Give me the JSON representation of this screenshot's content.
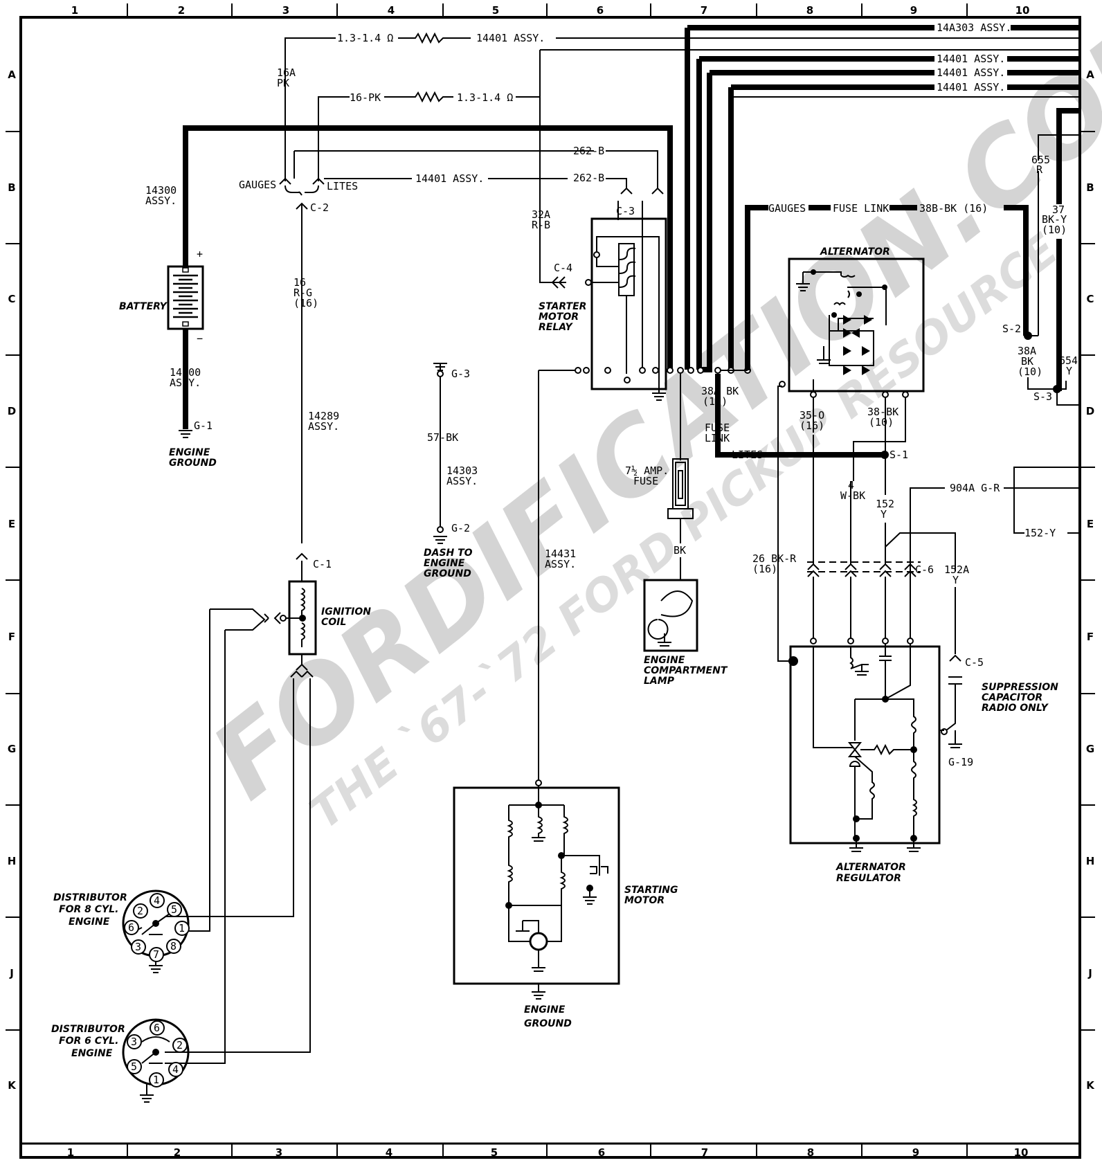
{
  "watermark": {
    "line1": "FORDIFICATION.COM",
    "line2": "THE `67-`72 FORD PICKUP RESOURCE"
  },
  "grid": {
    "columns": [
      "1",
      "2",
      "3",
      "4",
      "5",
      "6",
      "7",
      "8",
      "9",
      "10"
    ],
    "rows": [
      "A",
      "B",
      "C",
      "D",
      "E",
      "F",
      "G",
      "H",
      "J",
      "K"
    ]
  },
  "components": {
    "battery": "BATTERY",
    "battery_plus": "+",
    "battery_minus": "−",
    "engine_ground_1": "ENGINE",
    "engine_ground_2": "GROUND",
    "ignition_coil_1": "IGNITION",
    "ignition_coil_2": "COIL",
    "starter_relay_1": "STARTER",
    "starter_relay_2": "MOTOR",
    "starter_relay_3": "RELAY",
    "alternator": "ALTERNATOR",
    "dash_ground_1": "DASH TO",
    "dash_ground_2": "ENGINE",
    "dash_ground_3": "GROUND",
    "lamp_1": "ENGINE",
    "lamp_2": "COMPARTMENT",
    "lamp_3": "LAMP",
    "starting_motor_1": "STARTING",
    "starting_motor_2": "MOTOR",
    "starting_ground_1": "ENGINE",
    "starting_ground_2": "GROUND",
    "regulator_1": "ALTERNATOR",
    "regulator_2": "REGULATOR",
    "suppression_1": "SUPPRESSION",
    "suppression_2": "CAPACITOR",
    "suppression_3": "RADIO ONLY",
    "dist8_1": "DISTRIBUTOR",
    "dist8_2": "FOR 8 CYL.",
    "dist8_3": "ENGINE",
    "dist6_1": "DISTRIBUTOR",
    "dist6_2": "FOR 6 CYL.",
    "dist6_3": "ENGINE"
  },
  "wires": {
    "res_top_ohm": "1.3-1.4 Ω",
    "res_top_assy": "14401 ASSY.",
    "res_mid_wire": "16-PK",
    "res_mid_ohm": "1.3-1.4 Ω",
    "w14a303": "14A303 ASSY.",
    "w14401_a": "14401 ASSY.",
    "w14401_b": "14401 ASSY.",
    "w14401_c": "14401 ASSY.",
    "w16a_1": "16A",
    "w16a_2": "PK",
    "w14300_1": "14300",
    "w14300_2": "ASSY.",
    "gauges": "GAUGES",
    "lites": "LITES",
    "w14401_lites": "14401 ASSY.",
    "w262b_1": "262-B",
    "w262b_2": "262-B",
    "c2": "C-2",
    "c3": "C-3",
    "c4": "C-4",
    "c1": "C-1",
    "c5": "C-5",
    "c6": "C-6",
    "w32a_1": "32A",
    "w32a_2": "R-B",
    "w16rg_1": "16",
    "w16rg_2": "R-G",
    "w16rg_3": "(16)",
    "w14300b_1": "14300",
    "w14300b_2": "ASSY.",
    "g1": "G-1",
    "w14289_1": "14289",
    "w14289_2": "ASSY.",
    "g3": "G-3",
    "w57bk": "57-BK",
    "w14303_1": "14303",
    "w14303_2": "ASSY.",
    "g2": "G-2",
    "w14431_1": "14431",
    "w14431_2": "ASSY.",
    "gauges_r": "GAUGES",
    "fuse_link_r": "FUSE LINK",
    "w38b": "38B-BK (16)",
    "w655_1": "655",
    "w655_2": "R",
    "w37_1": "37",
    "w37_2": "BK-Y",
    "w37_3": "(10)",
    "s2": "S-2",
    "w38a_r1": "38A",
    "w38a_r2": "BK",
    "w38a_r3": "(10)",
    "w654_1": "654",
    "w654_2": "Y",
    "s3": "S-3",
    "w38a_1": "38A BK",
    "w38a_2": "(16)",
    "fuse_link_1": "FUSE",
    "fuse_link_2": "LINK",
    "lites_2": "LITES",
    "s1": "S-1",
    "fuse_1": "7½ AMP.",
    "fuse_2": "FUSE",
    "bk": "BK",
    "w35o_1": "35-O",
    "w35o_2": "(16)",
    "w38bk_1": "38-BK",
    "w38bk_2": "(10)",
    "w4wbk_1": "4",
    "w4wbk_2": "W-BK",
    "w152_1": "152",
    "w152_2": "Y",
    "w904a": "904A G-R",
    "w152y": "152-Y",
    "w26_1": "26 BK-R",
    "w26_2": "(16)",
    "w152a_1": "152A",
    "w152a_2": "Y",
    "g19": "G-19"
  },
  "dist8_pins": [
    "4",
    "5",
    "2",
    "1",
    "6",
    "3",
    "7",
    "8"
  ],
  "dist6_pins": [
    "6",
    "3",
    "2",
    "5",
    "4",
    "1"
  ]
}
